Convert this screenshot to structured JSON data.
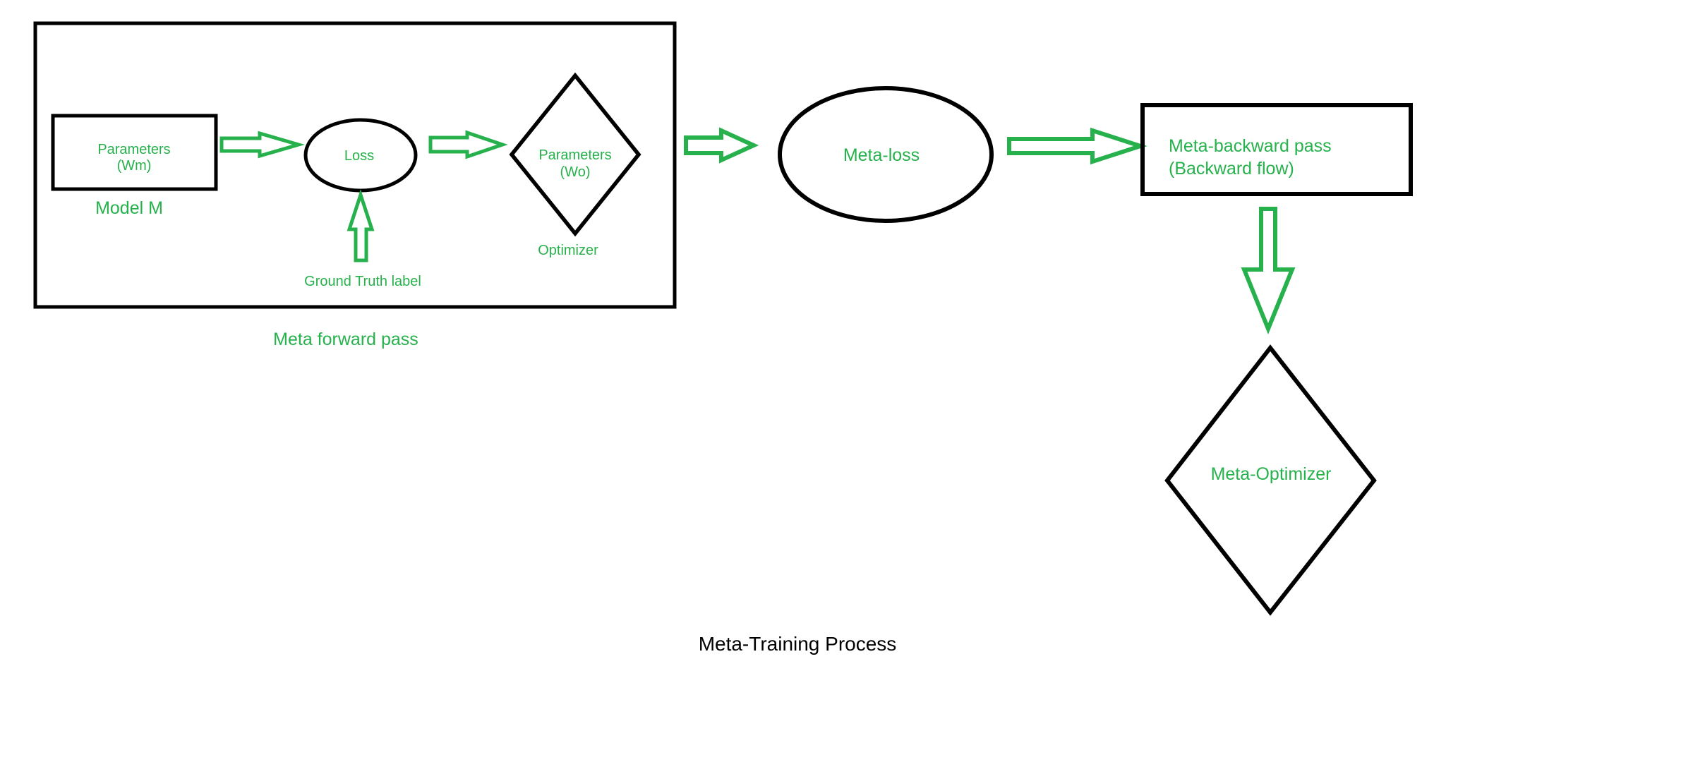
{
  "colors": {
    "accent_green": "#27b14c",
    "shape_stroke": "#000000",
    "title_text": "#000000",
    "canvas_background": "#ffffff"
  },
  "diagram": {
    "title": "Meta-Training Process",
    "group_caption": "Meta forward pass",
    "model_box": {
      "line1": "Parameters",
      "line2": "(Wm)",
      "caption": "Model M"
    },
    "loss_node": {
      "label": "Loss"
    },
    "ground_truth": {
      "label": "Ground Truth label"
    },
    "optimizer_node": {
      "line1": "Parameters",
      "line2": "(Wo)",
      "caption": "Optimizer"
    },
    "meta_loss_node": {
      "label": "Meta-loss"
    },
    "meta_backward_box": {
      "line1": "Meta-backward pass",
      "line2": "(Backward flow)"
    },
    "meta_optimizer_node": {
      "label": "Meta-Optimizer"
    }
  }
}
